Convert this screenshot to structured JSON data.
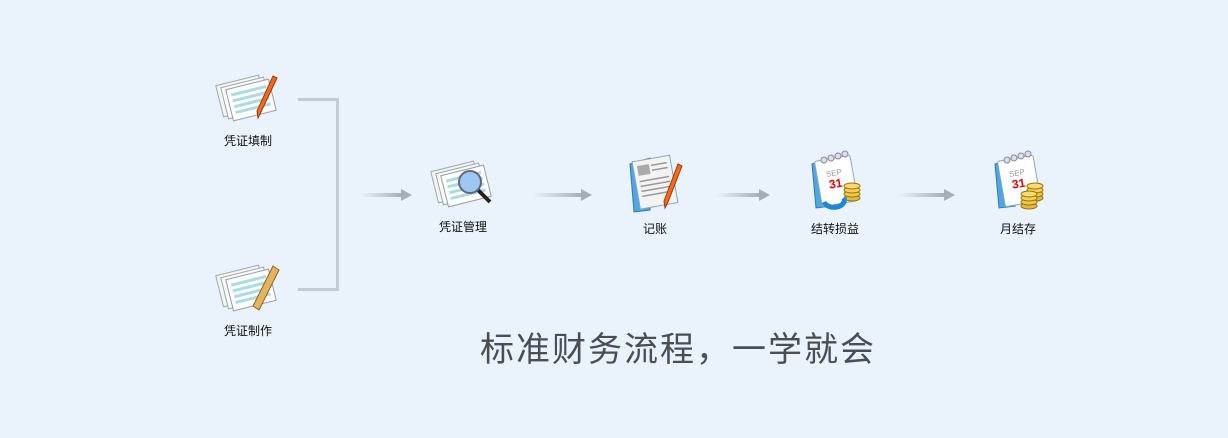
{
  "steps": [
    {
      "label": "凭证填制",
      "icon": "voucher-pen-icon"
    },
    {
      "label": "凭证制作",
      "icon": "voucher-ruler-icon"
    },
    {
      "label": "凭证管理",
      "icon": "voucher-magnifier-icon"
    },
    {
      "label": "记账",
      "icon": "ledger-pen-icon"
    },
    {
      "label": "结转损益",
      "icon": "calendar-coins-transfer-icon"
    },
    {
      "label": "月结存",
      "icon": "calendar-coins-icon"
    }
  ],
  "calendar": {
    "month": "SEP",
    "day": "31"
  },
  "slogan": "标准财务流程，一学就会"
}
